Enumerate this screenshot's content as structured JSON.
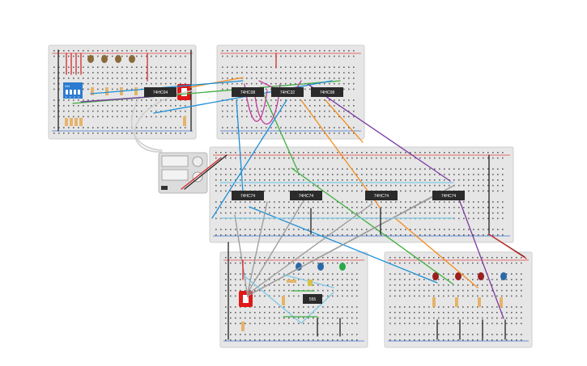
{
  "canvas": {
    "background": "#ffffff"
  },
  "colors": {
    "board": "#e6e6e6",
    "board_edge": "#cfcfcf",
    "hole": "#5f5f5f",
    "rail_red": "#e0403a",
    "rail_blue": "#3a6fd1",
    "chip": "#2b2b2b",
    "wire_orange": "#f28c1e",
    "wire_green": "#3fae3f",
    "wire_blue": "#1e8fd6",
    "wire_purple": "#7a3aa0",
    "wire_magenta": "#c0409a",
    "wire_gray": "#9a9a9a",
    "wire_lightblue": "#7ec7e6",
    "wire_red": "#d42a2a",
    "wire_black": "#222222",
    "wire_white": "#f4f4f4"
  },
  "chips": [
    {
      "id": "chip-1",
      "label": "74HC04"
    },
    {
      "id": "chip-2",
      "label": "74HC08"
    },
    {
      "id": "chip-3",
      "label": "74HC32"
    },
    {
      "id": "chip-4",
      "label": "74HC08"
    },
    {
      "id": "chip-5",
      "label": "74HC74"
    },
    {
      "id": "chip-6",
      "label": "74HC74"
    },
    {
      "id": "chip-7",
      "label": "74HC74"
    },
    {
      "id": "chip-8",
      "label": "74HC74"
    },
    {
      "id": "chip-9",
      "label": "555"
    }
  ],
  "dip_switch": {
    "label": "ON",
    "positions": [
      "1",
      "2",
      "3",
      "4"
    ]
  },
  "power_supply": {
    "label": ""
  },
  "leds": {
    "top_left": [
      "#8a6a3a",
      "#8a6a3a",
      "#8a6a3a",
      "#8a6a3a"
    ],
    "bottom_right": [
      "#9a2020",
      "#9a2020",
      "#9a2020",
      "#2a6aa8"
    ],
    "bottom_middle": [
      "#2a6aa8",
      "#2a6aa8",
      "#2aa84a"
    ]
  }
}
